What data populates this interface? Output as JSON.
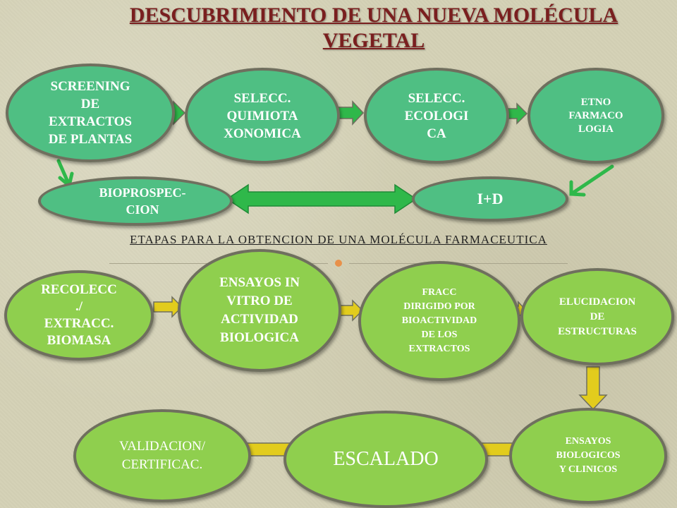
{
  "title": {
    "line1": "DESCUBRIMIENTO DE  UNA NUEVA MOLÉCULA",
    "line2": "VEGETAL"
  },
  "subtitle": "ETAPAS  PARA LA OBTENCION DE UNA MOLÉCULA FARMACEUTICA",
  "top_flow": {
    "screening": "SCREENING\nDE\nEXTRACTOS\nDE PLANTAS",
    "quimiotaxonomica": "SELECC.\nQUIMIOTA\nXONOMICA",
    "ecologica": "SELECC.\nECOLOGI\nCA",
    "etnofarmacologia": "ETNO\nFARMACO\nLOGIA",
    "bioprospeccion": "BIOPROSPEC-\nCION",
    "id": "I+D"
  },
  "bottom_flow": {
    "recoleccion": "RECOLECC\n./\nEXTRACC.\nBIOMASA",
    "ensayos_in_vitro": "ENSAYOS IN\nVITRO DE\nACTIVIDAD\nBIOLOGICA",
    "fraccionamiento": "FRACC\nDIRIGIDO POR\nBIOACTIVIDAD\nDE LOS\nEXTRACTOS",
    "elucidacion": "ELUCIDACION\nDE\nESTRUCTURAS",
    "ensayos_clinicos": "ENSAYOS\nBIOLOGICOS\nY CLINICOS",
    "escalado": "ESCALADO",
    "validacion": "VALIDACION/\nCERTIFICAC."
  },
  "colors": {
    "teal_node": "#4fbf83",
    "lime_node": "#8fcf4e",
    "green_arrow": "#2fb84a",
    "yellow_arrow": "#e2cc1d",
    "title": "#7a1f1f"
  }
}
